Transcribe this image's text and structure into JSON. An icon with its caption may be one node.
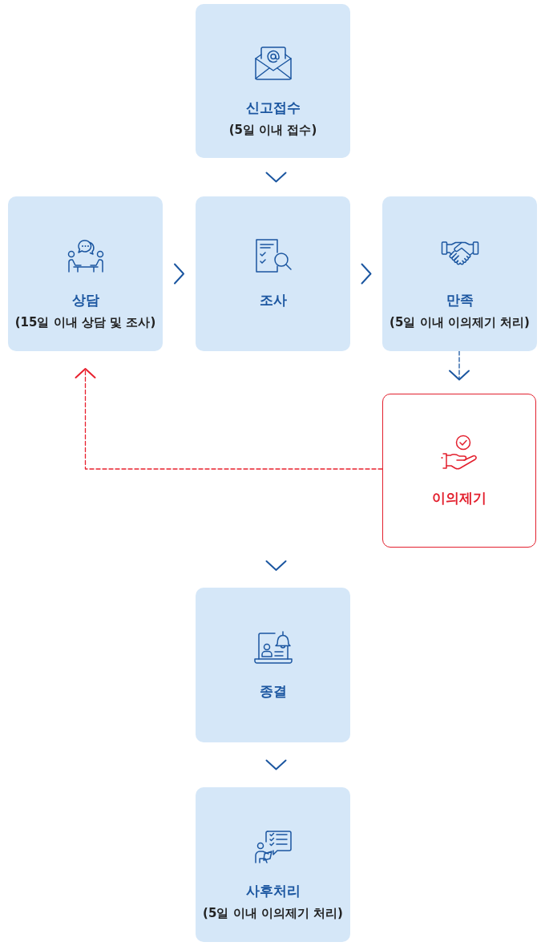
{
  "diagram": {
    "nodes": [
      {
        "text": [
          "신고접수",
          "(5일 이내 접수)"
        ]
      },
      {
        "text": [
          "상담",
          "(15일 이내 상담 및 조사)"
        ]
      },
      {
        "text": [
          "조사"
        ]
      },
      {
        "text": [
          "만족",
          "(5일 이내 이의제기 처리)"
        ]
      },
      {
        "text": [
          "이의제기"
        ]
      },
      {
        "text": [
          "종결"
        ]
      },
      {
        "text": [
          "사후처리",
          "(5일 이내 이의제기 처리)"
        ]
      }
    ],
    "edges": [
      {
        "from": 0,
        "to": 2,
        "arrow": "to"
      },
      {
        "from": 1,
        "to": 2,
        "arrow": "to"
      },
      {
        "from": 2,
        "to": 3,
        "arrow": "to"
      },
      {
        "from": 3,
        "to": 4,
        "arrow": "to",
        "style": "dashed"
      },
      {
        "from": 4,
        "to": 1,
        "arrow": "to",
        "style": "dashed",
        "color": "#e8202e"
      },
      {
        "from": null,
        "to": 5,
        "arrow": "to"
      },
      {
        "from": 5,
        "to": 6,
        "arrow": "to"
      }
    ]
  }
}
